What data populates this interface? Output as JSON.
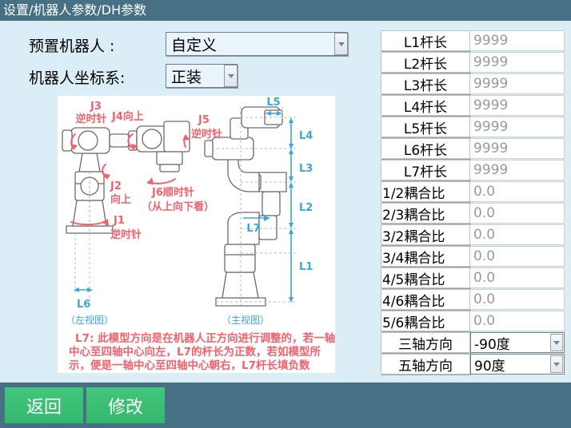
{
  "header": {
    "title": "设置/机器人参数/DH参数"
  },
  "form": {
    "preset_label": "预置机器人   :",
    "preset_value": "自定义",
    "coord_label": "机器人坐标系:",
    "coord_value": "正装"
  },
  "params": [
    {
      "name": "L1杆长",
      "value": "9999",
      "type": "text"
    },
    {
      "name": "L2杆长",
      "value": "9999",
      "type": "text"
    },
    {
      "name": "L3杆长",
      "value": "9999",
      "type": "text"
    },
    {
      "name": "L4杆长",
      "value": "9999",
      "type": "text"
    },
    {
      "name": "L5杆长",
      "value": "9999",
      "type": "text"
    },
    {
      "name": "L6杆长",
      "value": "9999",
      "type": "text"
    },
    {
      "name": "L7杆长",
      "value": "9999",
      "type": "text"
    },
    {
      "name": "1/2耦合比",
      "value": "0.0",
      "type": "text"
    },
    {
      "name": "2/3耦合比",
      "value": "0.0",
      "type": "text"
    },
    {
      "name": "3/2耦合比",
      "value": "0.0",
      "type": "text"
    },
    {
      "name": "3/4耦合比",
      "value": "0.0",
      "type": "text"
    },
    {
      "name": "4/5耦合比",
      "value": "0.0",
      "type": "text"
    },
    {
      "name": "4/6耦合比",
      "value": "0.0",
      "type": "text"
    },
    {
      "name": "5/6耦合比",
      "value": "0.0",
      "type": "text"
    },
    {
      "name": "三轴方向",
      "value": "-90度",
      "type": "select"
    },
    {
      "name": "五轴方向",
      "value": "90度",
      "type": "select"
    }
  ],
  "diagram": {
    "joint_labels": {
      "j3": "J3",
      "j3_dir": "逆时针",
      "j4": "J4向上",
      "j5": "J5",
      "j5_dir": "逆时针",
      "j6": "J6顺时针",
      "j6_note": "（从上向下看）",
      "j2": "J2",
      "j2_dir": "向上",
      "j1": "J1",
      "j1_dir": "逆时针"
    },
    "dim_labels": {
      "l1": "L1",
      "l2": "L2",
      "l3": "L3",
      "l4": "L4",
      "l5": "L5",
      "l6": "L6",
      "l7": "L7"
    },
    "view_left": "（左视图）",
    "view_front": "（主视图）",
    "note_line1": "L7: 此模型方向是在机器人正方向进行调整的，若一轴",
    "note_line2": "中心至四轴中心向左，L7的杆长为正数，若如模型所",
    "note_line3": "示，便是一轴中心至四轴中心朝右，L7杆长填负数"
  },
  "footer": {
    "back_label": "返回",
    "modify_label": "修改"
  },
  "colors": {
    "header_bar": "#467184",
    "page_bg": "#dbeef6",
    "button_green": "#3bbf74",
    "annotation_red": "#f4606c",
    "annotation_blue": "#3aa7dd",
    "placeholder_gray": "#9a9a9a"
  }
}
